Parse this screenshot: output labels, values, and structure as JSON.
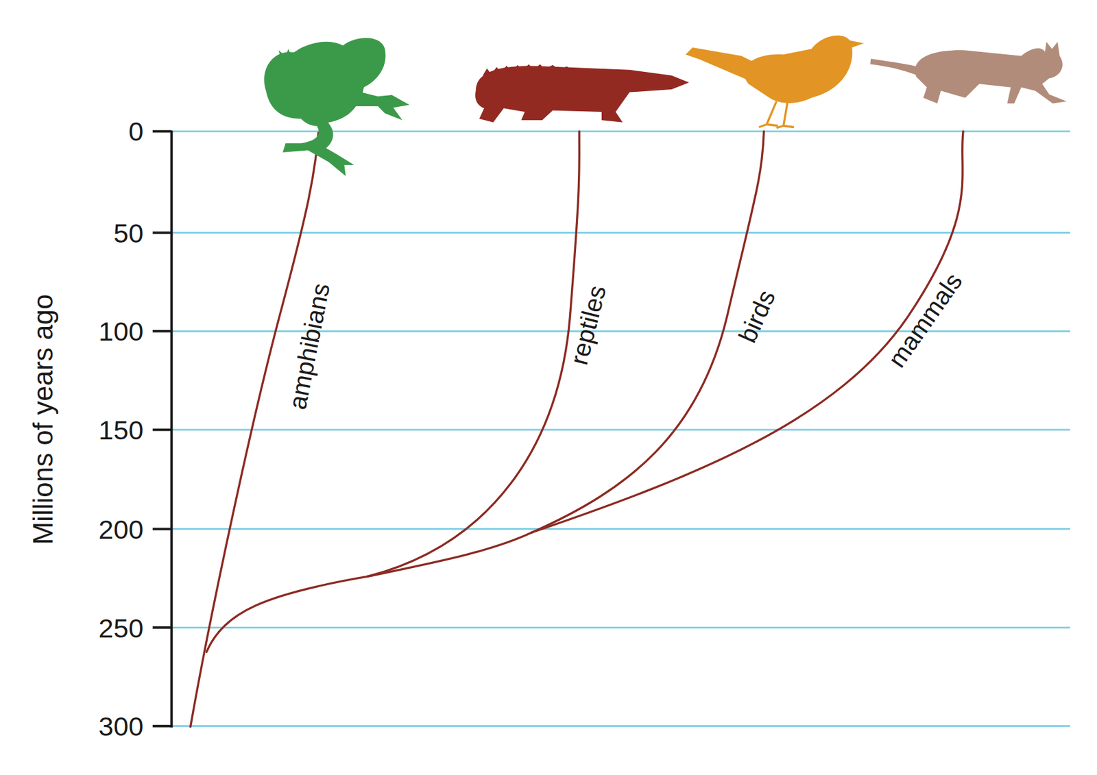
{
  "diagram": {
    "labels": [
      "Millions of years ago",
      "0",
      "50",
      "100",
      "150",
      "200",
      "250",
      "300",
      "amphibians",
      "reptiles",
      "birds",
      "mammals"
    ]
  }
}
